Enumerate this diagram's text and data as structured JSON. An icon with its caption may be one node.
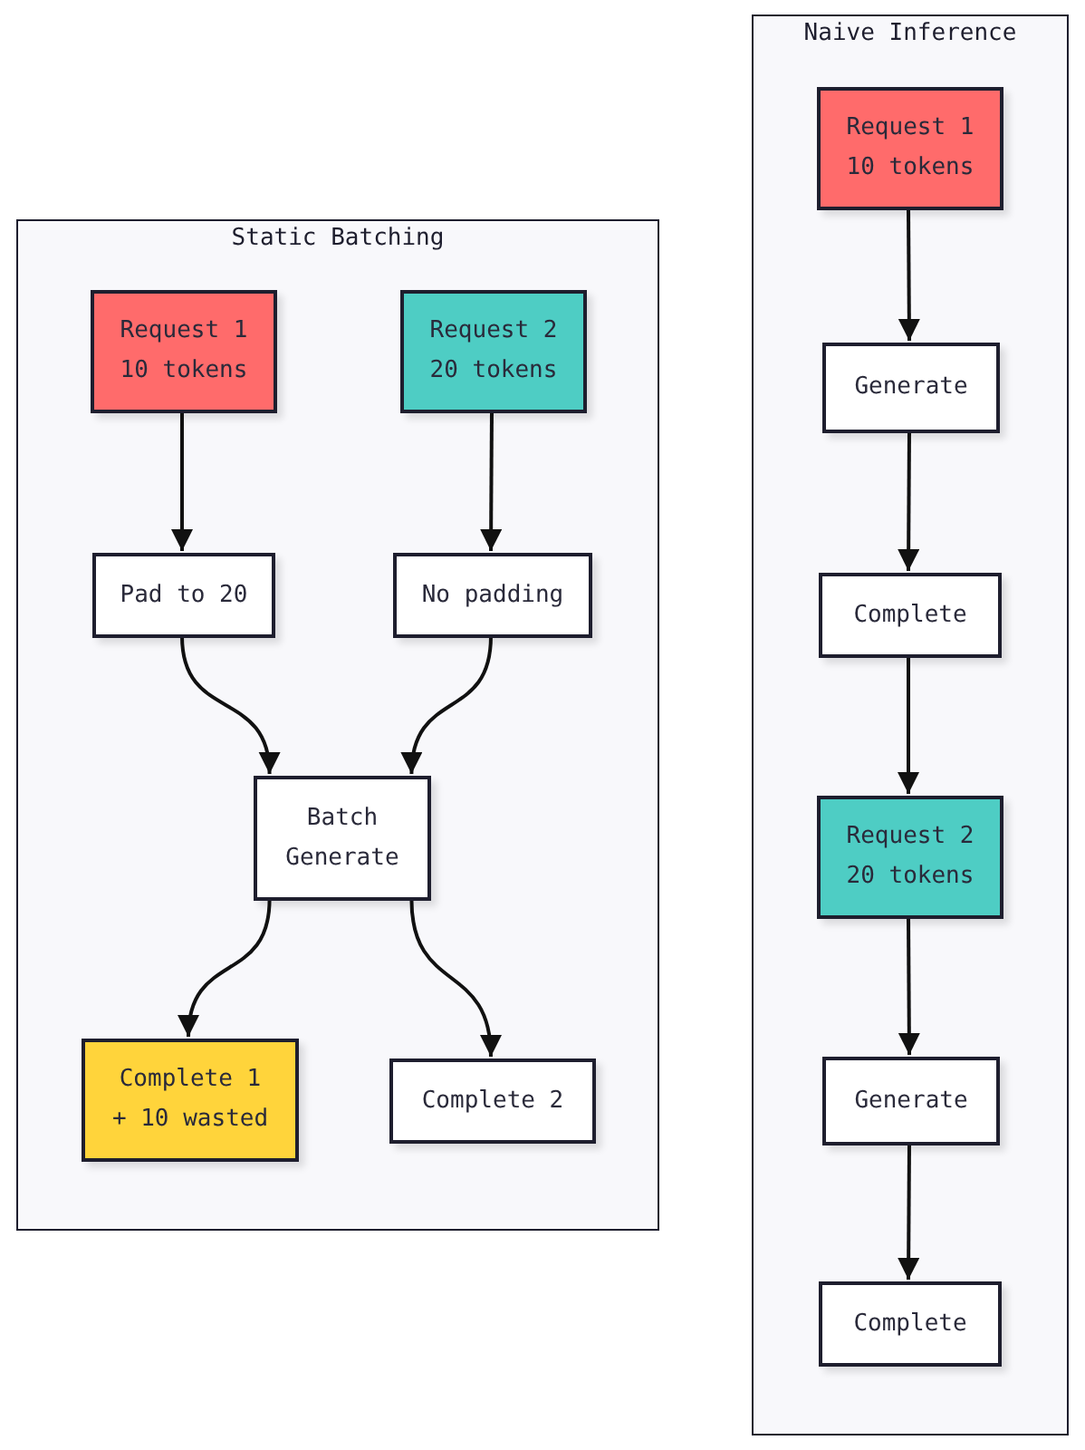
{
  "diagram": {
    "nodes": [
      {
        "text": [
          "Static Batching"
        ]
      },
      {
        "text": [
          "Request 1 10 tokens"
        ],
        "in": 0
      },
      {
        "text": [
          "Request 2 20 tokens"
        ],
        "in": 0
      },
      {
        "text": [
          "Pad to 20"
        ],
        "in": 0
      },
      {
        "text": [
          "No padding"
        ],
        "in": 0
      },
      {
        "text": [
          "Batch Generate"
        ],
        "in": 0
      },
      {
        "text": [
          "Complete 1 + 10 wasted"
        ],
        "in": 0
      },
      {
        "text": [
          "Complete 2"
        ],
        "in": 0
      },
      {
        "text": [
          "Naive Inference"
        ]
      },
      {
        "text": [
          "Request 1 10 tokens"
        ],
        "in": 8
      },
      {
        "text": [
          "Generate"
        ],
        "in": 8
      },
      {
        "text": [
          "Complete"
        ],
        "in": 8
      },
      {
        "text": [
          "Request 2 20 tokens"
        ],
        "in": 8
      },
      {
        "text": [
          "Generate"
        ],
        "in": 8
      },
      {
        "text": [
          "Complete"
        ],
        "in": 8
      }
    ],
    "edges": [
      {
        "from": 1,
        "to": 3,
        "arrow": "to"
      },
      {
        "from": 2,
        "to": 4,
        "arrow": "to"
      },
      {
        "from": 3,
        "to": 5,
        "arrow": "to"
      },
      {
        "from": 4,
        "to": 5,
        "arrow": "to"
      },
      {
        "from": 5,
        "to": 6,
        "arrow": "to"
      },
      {
        "from": 5,
        "to": 7,
        "arrow": "to"
      },
      {
        "from": 9,
        "to": 10,
        "arrow": "to"
      },
      {
        "from": 10,
        "to": 11,
        "arrow": "to"
      },
      {
        "from": 11,
        "to": 12,
        "arrow": "to"
      },
      {
        "from": 12,
        "to": 13,
        "arrow": "to"
      },
      {
        "from": 13,
        "to": 14,
        "arrow": "to"
      }
    ]
  }
}
